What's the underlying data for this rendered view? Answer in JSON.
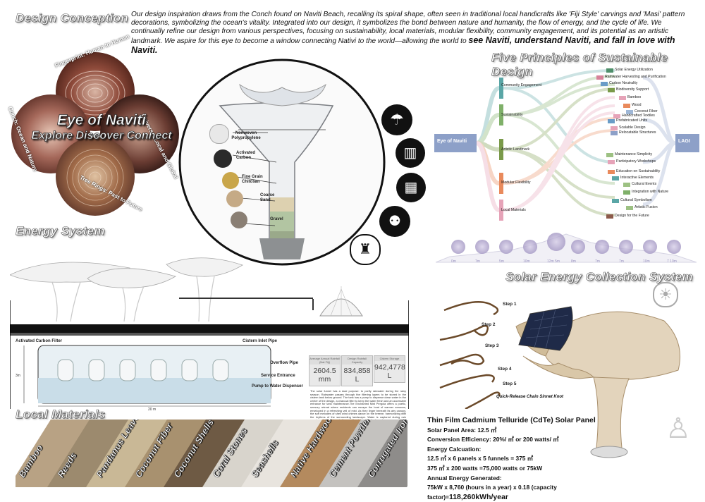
{
  "sections": {
    "design_conception": "Design Conception",
    "energy_system": "Energy System",
    "local_materials": "Local Materials",
    "five_principles": "Five Principles of  Sustainable Design",
    "solar_collection": "Solar Energy Collection System"
  },
  "intro": {
    "text": "Our design inspiration draws from the Conch found on Naviti Beach, recalling its spiral shape, often seen in traditional local handicrafts like 'Fiji Style' carvings and 'Masi' pattern decorations, symbolizing the ocean's vitality. Integrated into our design, it symbolizes the bond between nature and humanity, the flow of energy, and the cycle of life. We continually refine our design from various perspectives, focusing on sustainability, local materials, modular flexibility, community engagement, and its potential as an artistic landmark. We aspire for this eye to become a window connecting Nativi to the world—allowing the world to ",
    "emphasis": "see Naviti, understand Naviti, and fall in love with Naviti."
  },
  "concept": {
    "title_line1": "Eye of Naviti",
    "title_line2": "Explore Discover Connect",
    "petal_top": "Fingerprint: Human to Human",
    "petal_right": "Universe: Local and Global",
    "petal_left": "Conch: Ocean and Nature",
    "petal_bottom": "Tree Rings: Past to Future"
  },
  "filter_layers": [
    {
      "label": "Nonwoven Polypropylene",
      "color": "#e8e8e8"
    },
    {
      "label": "Activated Carbon",
      "color": "#333333"
    },
    {
      "label": "Fine Grain Chitosan",
      "color": "#c9a64a"
    },
    {
      "label": "Coarse Sand",
      "color": "#b89a78"
    },
    {
      "label": "Gravel",
      "color": "#8a7f74"
    }
  ],
  "sankey": {
    "source": "Eye of Naviti",
    "target": "LAGI",
    "categories": [
      {
        "label": "Community Engagement",
        "color": "#5aa6a6"
      },
      {
        "label": "Sustainability",
        "color": "#7fb069"
      },
      {
        "label": "Artistic Landmark",
        "color": "#7a9a4a"
      },
      {
        "label": "Modular Flexibility",
        "color": "#e98a5c"
      },
      {
        "label": "Local Materials",
        "color": "#e6a3b8"
      }
    ],
    "items": [
      {
        "label": "Solar Energy Utilization",
        "color": "#4f8f6a"
      },
      {
        "label": "Rainwater Harvesting and Purification",
        "color": "#d7829a"
      },
      {
        "label": "Carbon Neutrality",
        "color": "#6a9cc7"
      },
      {
        "label": "Biodiversity Support",
        "color": "#7a9a4a"
      },
      {
        "label": "Bamboo",
        "color": "#e6a3b8"
      },
      {
        "label": "Wood",
        "color": "#e98a5c"
      },
      {
        "label": "Coconut Fiber",
        "color": "#9fb7d6"
      },
      {
        "label": "Handcrafted Textiles",
        "color": "#e6a3b8"
      },
      {
        "label": "Prefabricated Units",
        "color": "#6a9cc7"
      },
      {
        "label": "Scalable Design",
        "color": "#e6a3b8"
      },
      {
        "label": "Relocatable Structures",
        "color": "#8da0c8"
      },
      {
        "label": "Maintenance  Simplicity",
        "color": "#9dc183"
      },
      {
        "label": "Participatory Workshops",
        "color": "#e6a3b8"
      },
      {
        "label": "Education on Sustainability",
        "color": "#e98a5c"
      },
      {
        "label": "Interactive Elements",
        "color": "#5aa6a6"
      },
      {
        "label": "Cultural Events",
        "color": "#9dc183"
      },
      {
        "label": "Integration with Nature",
        "color": "#7fb069"
      },
      {
        "label": "Cultural Symbolism",
        "color": "#5aa6a6"
      },
      {
        "label": "Artistic Fusion",
        "color": "#9dc183"
      },
      {
        "label": "Design for the Future",
        "color": "#8b5a4a"
      }
    ]
  },
  "timeline_stages": [
    "0m",
    "7m",
    "5m",
    "10m",
    "12m 5m",
    "8m",
    "7m",
    "7m",
    "10m",
    "7 10m"
  ],
  "cistern": {
    "activated_filter": "Activated Carbon Filter",
    "inlet_pipe": "Cistern Inlet Pipe",
    "overflow": "Overflow Pipe",
    "service": "Service Entrance",
    "pump": "Pump to Water Dispenser",
    "height": "3m",
    "width": "20 m"
  },
  "metrics": [
    {
      "caption": "Average Annual Rainfall (Nat Fiji)",
      "value": "2604.5 mm"
    },
    {
      "caption": "Design Rainfall Capacity",
      "value": "834,858 L"
    },
    {
      "caption": "Cistern Storage",
      "value": "942,4778 L"
    }
  ],
  "energy_description": "The solar funnel has a dual purpose: to purify rainwater during the rainy season. Rainwater passes through five filtering layers to be stored in the cistern tank below ground. The tank has a pump to dispense clean water in the center of the design, a charcoal filter to keep the water fresh and an accessible entrance for tank maintenance.The Enchanted Mist Pergola offers a poetic, sensory retreat where residents can escape the heat of warmer seasons, enveloped in a refreshing veil of mist. As they linger beneath its airy canopy, the soft melodies of shell wind chimes dance on the breeze, harmonizing with the rhythms of the surrounding landscape. Water is captured during rain events and stored in a similar, smaller cistern like the funnels.",
  "steps": [
    "Step 1",
    "Step 2",
    "Step 3",
    "Step 4",
    "Step 5"
  ],
  "knot_label": "Quick-Release Chain Sinnet Knot",
  "solar_panel": {
    "title": "Thin Film Cadmium Telluride (CdTe) Solar Panel",
    "area": "Solar Panel Area: 12.5 ㎡",
    "efficiency": "Conversion Efficiency: 20%/ ㎡  or 200 watts/ ㎡",
    "calc_label": "Energy Calcuation:",
    "calc1": "12.5 ㎡  x 6 panels x 5 funnels = 375 ㎡",
    "calc2": "375 ㎡  x 200 watts =75,000 watts or 75kW",
    "annual_label": "Annual Energy Generated:",
    "annual_calc": "75kW x 8,760 (hours in a year) x 0.18 (capacity factor)=",
    "annual_result": "118,260kWh/year"
  },
  "materials": [
    {
      "label": "Bamboo",
      "color": "#b8a284"
    },
    {
      "label": "Reeds",
      "color": "#9c8a6e"
    },
    {
      "label": "Pandanus Leaves",
      "color": "#c9b896"
    },
    {
      "label": "Coconut Fiber",
      "color": "#a8916f"
    },
    {
      "label": "Coconut Shells",
      "color": "#6e5a44"
    },
    {
      "label": "Coral Stones",
      "color": "#d8d4cc"
    },
    {
      "label": "Seashells",
      "color": "#e8e4de"
    },
    {
      "label": "Native Hardwood",
      "color": "#b48a5e"
    },
    {
      "label": "Cement Powder",
      "color": "#c4c2bf"
    },
    {
      "label": "Corrugated Iron",
      "color": "#8e8c8a"
    }
  ]
}
